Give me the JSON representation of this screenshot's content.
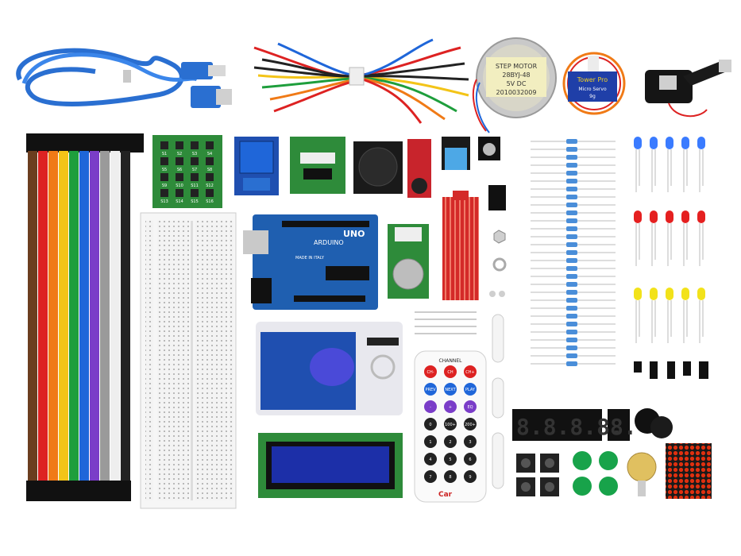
{
  "stepper": {
    "line1": "STEP MOTOR",
    "line2": "28BYJ-48",
    "line3": "5V  DC",
    "line4": "2010032009"
  },
  "servo": {
    "brand": "Tower Pro",
    "model": "Micro Servo",
    "num": "9g"
  },
  "keypad": {
    "labels": [
      "S1",
      "S2",
      "S3",
      "S4",
      "S5",
      "S6",
      "S7",
      "S8",
      "S9",
      "S10",
      "S11",
      "S12",
      "S13",
      "S14",
      "S15",
      "S16"
    ]
  },
  "uno": {
    "brand": "ARDUINO",
    "model": "UNO",
    "made": "MADE IN ITALY"
  },
  "remote": {
    "header": "CHANNEL",
    "keys": [
      "CH-",
      "CH",
      "CH+",
      "PREV",
      "NEXT",
      "PLAY",
      "-",
      "+",
      "EQ",
      "0",
      "100+",
      "200+",
      "1",
      "2",
      "3",
      "4",
      "5",
      "6",
      "7",
      "8",
      "9"
    ],
    "brand": "Car"
  },
  "colors": {
    "board": "#1f5fb0",
    "pcb_green": "#2e8b3a",
    "red_module": "#c8242c",
    "usb": "#2a6fd1",
    "led_blue": "#3a7bff",
    "led_red": "#e52020",
    "led_yellow": "#f2e21a"
  }
}
